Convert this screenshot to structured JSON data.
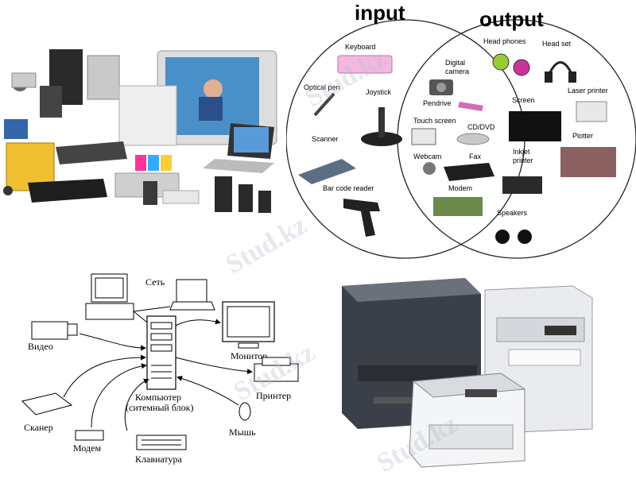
{
  "venn": {
    "input_title": "input",
    "output_title": "output",
    "input_items": [
      "Keyboard",
      "Optical pen",
      "Joystick",
      "Scanner",
      "Bar code reader"
    ],
    "shared_items": [
      "Digital",
      "camera",
      "Pendrive",
      "Touch screen",
      "CD/DVD",
      "Webcam",
      "Fax",
      "Modem"
    ],
    "output_items": [
      "Head phones",
      "Head set",
      "Laser printer",
      "Screen",
      "Plotter",
      "Inkjet",
      "printer",
      "Speakers"
    ]
  },
  "network": {
    "labels": {
      "net": "Сеть",
      "video": "Видео",
      "monitor": "Монитор",
      "computer": "Компьютер",
      "sysunit": "(ситемный блок)",
      "printer": "Принтер",
      "scanner": "Сканер",
      "modem": "Модем",
      "keyboard": "Клавиатура",
      "mouse": "Мышь"
    }
  },
  "watermark": "Stud.kz"
}
